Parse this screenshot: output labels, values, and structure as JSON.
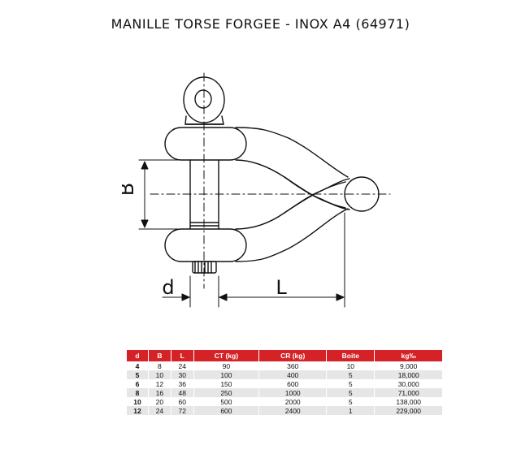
{
  "title": "MANILLE TORSE FORGEE - INOX A4 (64971)",
  "drawing": {
    "label_b": "B",
    "label_d": "d",
    "label_l": "L"
  },
  "table": {
    "headers": [
      "d",
      "B",
      "L",
      "CT (kg)",
      "CR (kg)",
      "Boite",
      "kg‰"
    ],
    "rows": [
      [
        "4",
        "8",
        "24",
        "90",
        "360",
        "10",
        "9,000"
      ],
      [
        "5",
        "10",
        "30",
        "100",
        "400",
        "5",
        "18,000"
      ],
      [
        "6",
        "12",
        "36",
        "150",
        "600",
        "5",
        "30,000"
      ],
      [
        "8",
        "16",
        "48",
        "250",
        "1000",
        "5",
        "71,000"
      ],
      [
        "10",
        "20",
        "60",
        "500",
        "2000",
        "5",
        "138,000"
      ],
      [
        "12",
        "24",
        "72",
        "600",
        "2400",
        "1",
        "229,000"
      ]
    ]
  },
  "colors": {
    "header_bg": "#d42227",
    "row_alt": "#e6e6e6"
  }
}
